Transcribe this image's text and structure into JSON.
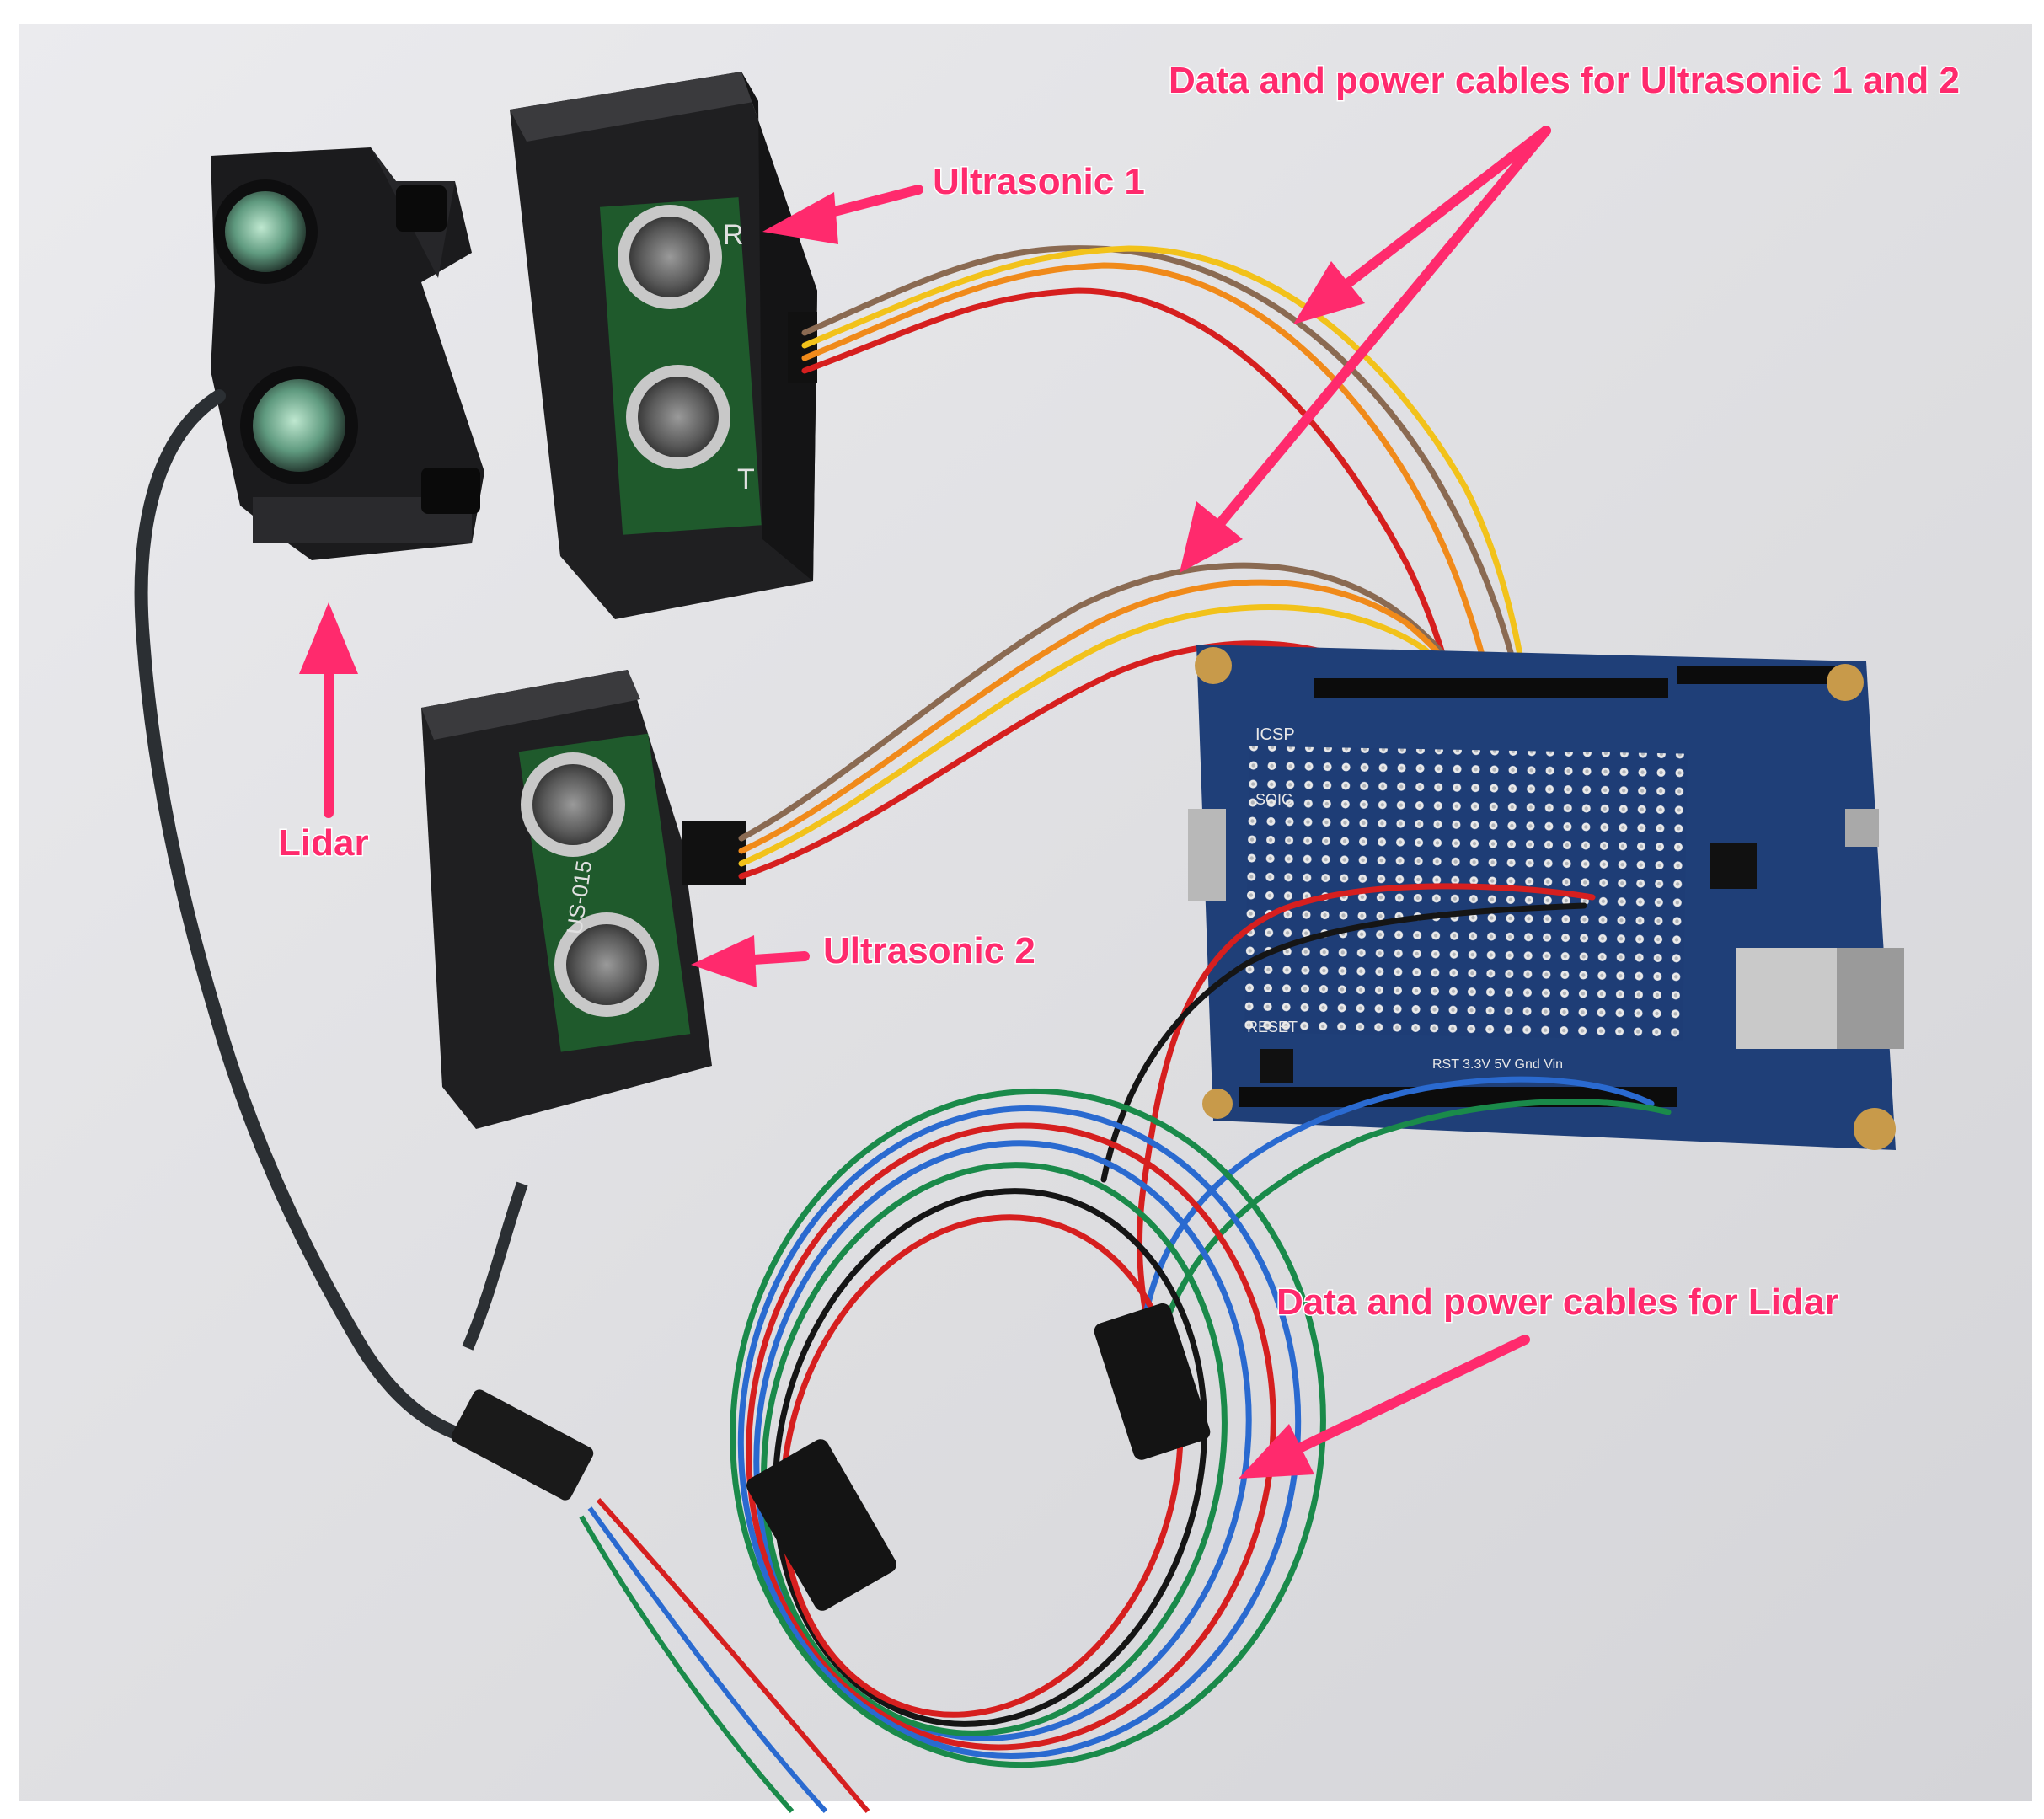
{
  "labels": {
    "ultrasonic_cables": "Data and power cables for Ultrasonic 1 and 2",
    "ultrasonic_1": "Ultrasonic 1",
    "lidar": "Lidar",
    "ultrasonic_2": "Ultrasonic 2",
    "lidar_cables": "Data and power cables for Lidar"
  },
  "sensor_markings": {
    "ultrasonic_1_receiver": "R",
    "ultrasonic_1_transmitter": "T",
    "ultrasonic_2_model": "US-015"
  },
  "board_markings": {
    "icsp": "ICSP",
    "soic": "SOIC",
    "reset": "RESET",
    "pins": "RST 3.3V 5V Gnd Vin"
  },
  "colors": {
    "accent": "#ff2a6d",
    "background": "#e3e3e6",
    "board": "#1f3f78",
    "wire_red": "#d61f1f",
    "wire_orange": "#f08a1a",
    "wire_yellow": "#f2c21a",
    "wire_brown": "#8a6a52",
    "wire_blue": "#2a6ad0",
    "wire_green": "#1a8a4a",
    "wire_black": "#151515"
  },
  "icons": {
    "arrow": "arrow-icon"
  }
}
